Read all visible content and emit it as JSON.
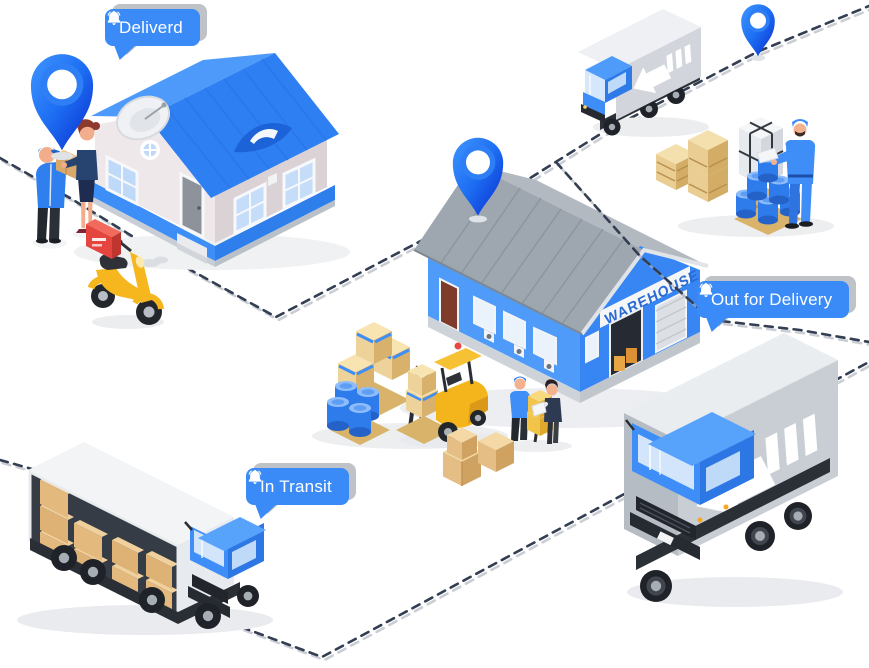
{
  "badges": {
    "delivered": {
      "icon": "bell-icon",
      "label": "Deliverd"
    },
    "in_transit": {
      "icon": "bell-icon",
      "label": "In Transit"
    },
    "out_for_delivery": {
      "icon": "bell-icon",
      "label": "Out for Delivery"
    }
  },
  "warehouse": {
    "sign": "WAREHOUSE"
  },
  "icons": {
    "badge": "bell-icon",
    "marker": "location-pin-icon"
  },
  "colors": {
    "badge_blue": "#3A8BF7",
    "pin_gradient_top": "#3F96FF",
    "pin_gradient_bottom": "#0A2CCF",
    "route_dash": "#333E52",
    "building_blue": "#3E8EF7",
    "house_roof_blue": "#2E7FF2",
    "warehouse_roof_gray": "#9EA6AF",
    "crate_tan": "#E7C489",
    "container_gray": "#C9CED5",
    "forklift_yellow": "#F4B51C",
    "scooter_yellow": "#F6B61E",
    "delivery_box_red": "#E4453F"
  }
}
